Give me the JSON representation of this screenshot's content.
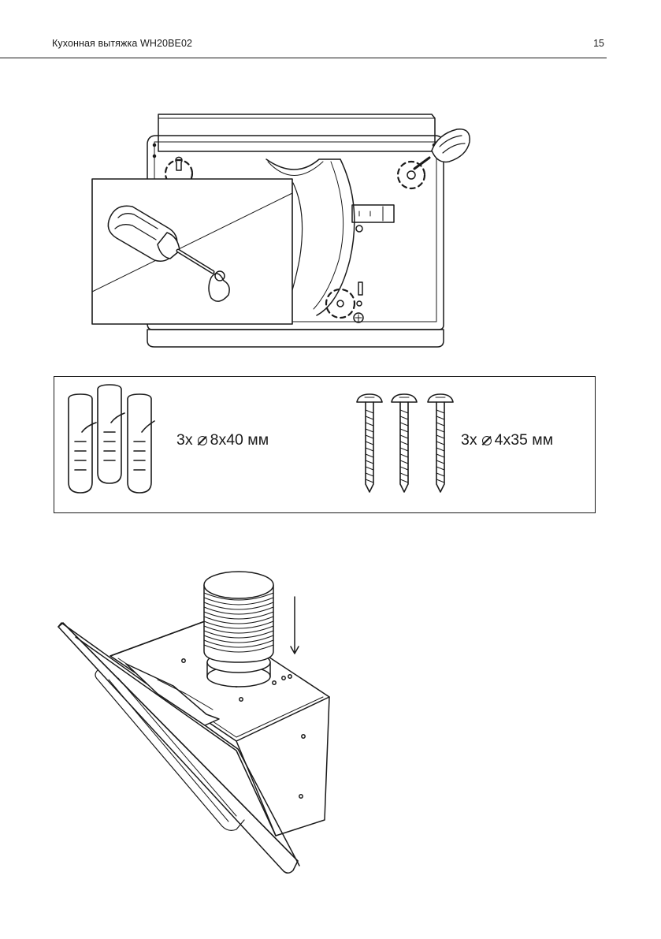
{
  "header": {
    "title": "Кухонная вытяжка WH20BE02",
    "page_number": "15"
  },
  "parts": {
    "dowels": {
      "qty": "3x",
      "size": "8x40 мм"
    },
    "screws": {
      "qty": "3x",
      "size": "4x35 мм"
    }
  }
}
